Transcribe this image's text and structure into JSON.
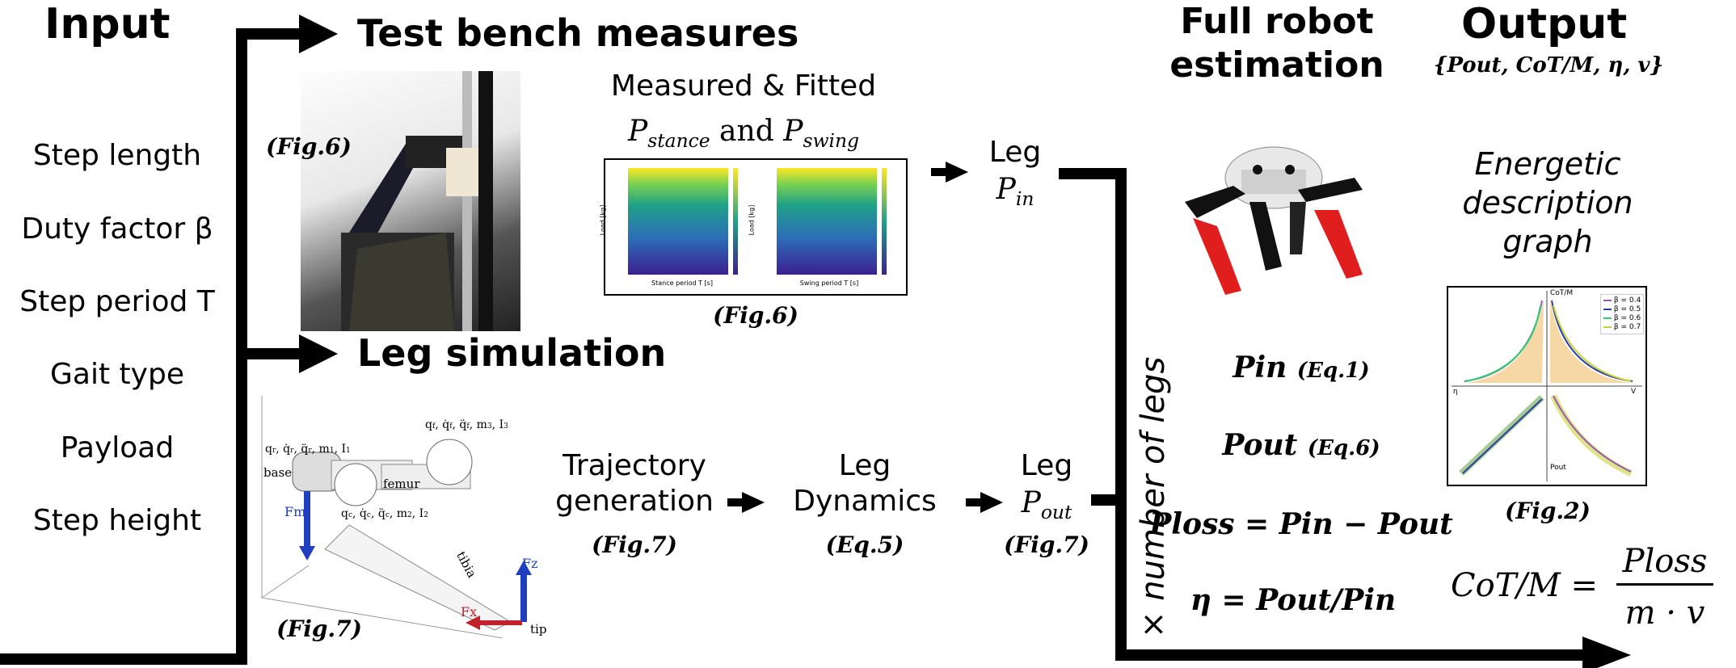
{
  "headings": {
    "input": "Input",
    "test_bench": "Test bench measures",
    "leg_simulation": "Leg simulation",
    "full_robot_line1": "Full robot",
    "full_robot_line2": "estimation",
    "output": "Output",
    "output_set": "{Pout, CoT/M, η, v}"
  },
  "inputs": [
    "Step length",
    "Duty factor β",
    "Step period T",
    "Gait type",
    "Payload",
    "Step height"
  ],
  "test_bench": {
    "fig_ref": "(Fig.6)",
    "plot_title_line1": "Measured & Fitted",
    "plot_title_line2_a": "P",
    "plot_title_line2_sub_a": "stance",
    "plot_title_line2_mid": " and ",
    "plot_title_line2_b": "P",
    "plot_title_line2_sub_b": "swing",
    "plot_fig_ref": "(Fig.6)",
    "heatmap_left_ylabel": "Load [kg]",
    "heatmap_left_xlabel": "Stance period T [s]",
    "heatmap_right_xlabel": "Swing period T [s]",
    "heatmap_right_ylabel": "Load [kg]",
    "leg_pin_line1": "Leg",
    "leg_pin_p": "P",
    "leg_pin_sub": "in"
  },
  "simulation": {
    "fig_ref": "(Fig.7)",
    "diagram_labels": {
      "base": "base",
      "femur": "femur",
      "tibia": "tibia",
      "fm": "Fm",
      "fx": "Fx",
      "fz": "Fz",
      "tip": "tip"
    },
    "trajectory_line1": "Trajectory",
    "trajectory_line2": "generation",
    "trajectory_ref": "(Fig.7)",
    "dynamics_line1": "Leg",
    "dynamics_line2": "Dynamics",
    "dynamics_ref": "(Eq.5)",
    "leg_pout_line1": "Leg",
    "leg_pout_p": "P",
    "leg_pout_sub": "out",
    "leg_pout_ref": "(Fig.7)"
  },
  "robot": {
    "multiplier": "× number of legs",
    "eq1_main": "Pin",
    "eq1_ref": "(Eq.1)",
    "eq2_main": "Pout",
    "eq2_ref": "(Eq.6)",
    "eq3": "Ploss = Pin − Pout",
    "eq4": "η = Pout/Pin"
  },
  "output": {
    "graph_title_line1": "Energetic",
    "graph_title_line2": "description",
    "graph_title_line3": "graph",
    "graph_fig_ref": "(Fig.2)",
    "graph_axis_cot": "CoT/M",
    "graph_axis_v": "V",
    "graph_axis_eta": "η",
    "graph_axis_pout": "Pout",
    "legend": [
      "β = 0.4",
      "β = 0.5",
      "β = 0.6",
      "β = 0.7"
    ],
    "legend_colors": [
      "#9b59b6",
      "#2c3e9f",
      "#2ecc71",
      "#c8d43a"
    ],
    "cot_lhs": "CoT/M =",
    "cot_num": "Ploss",
    "cot_den": "m · v"
  }
}
